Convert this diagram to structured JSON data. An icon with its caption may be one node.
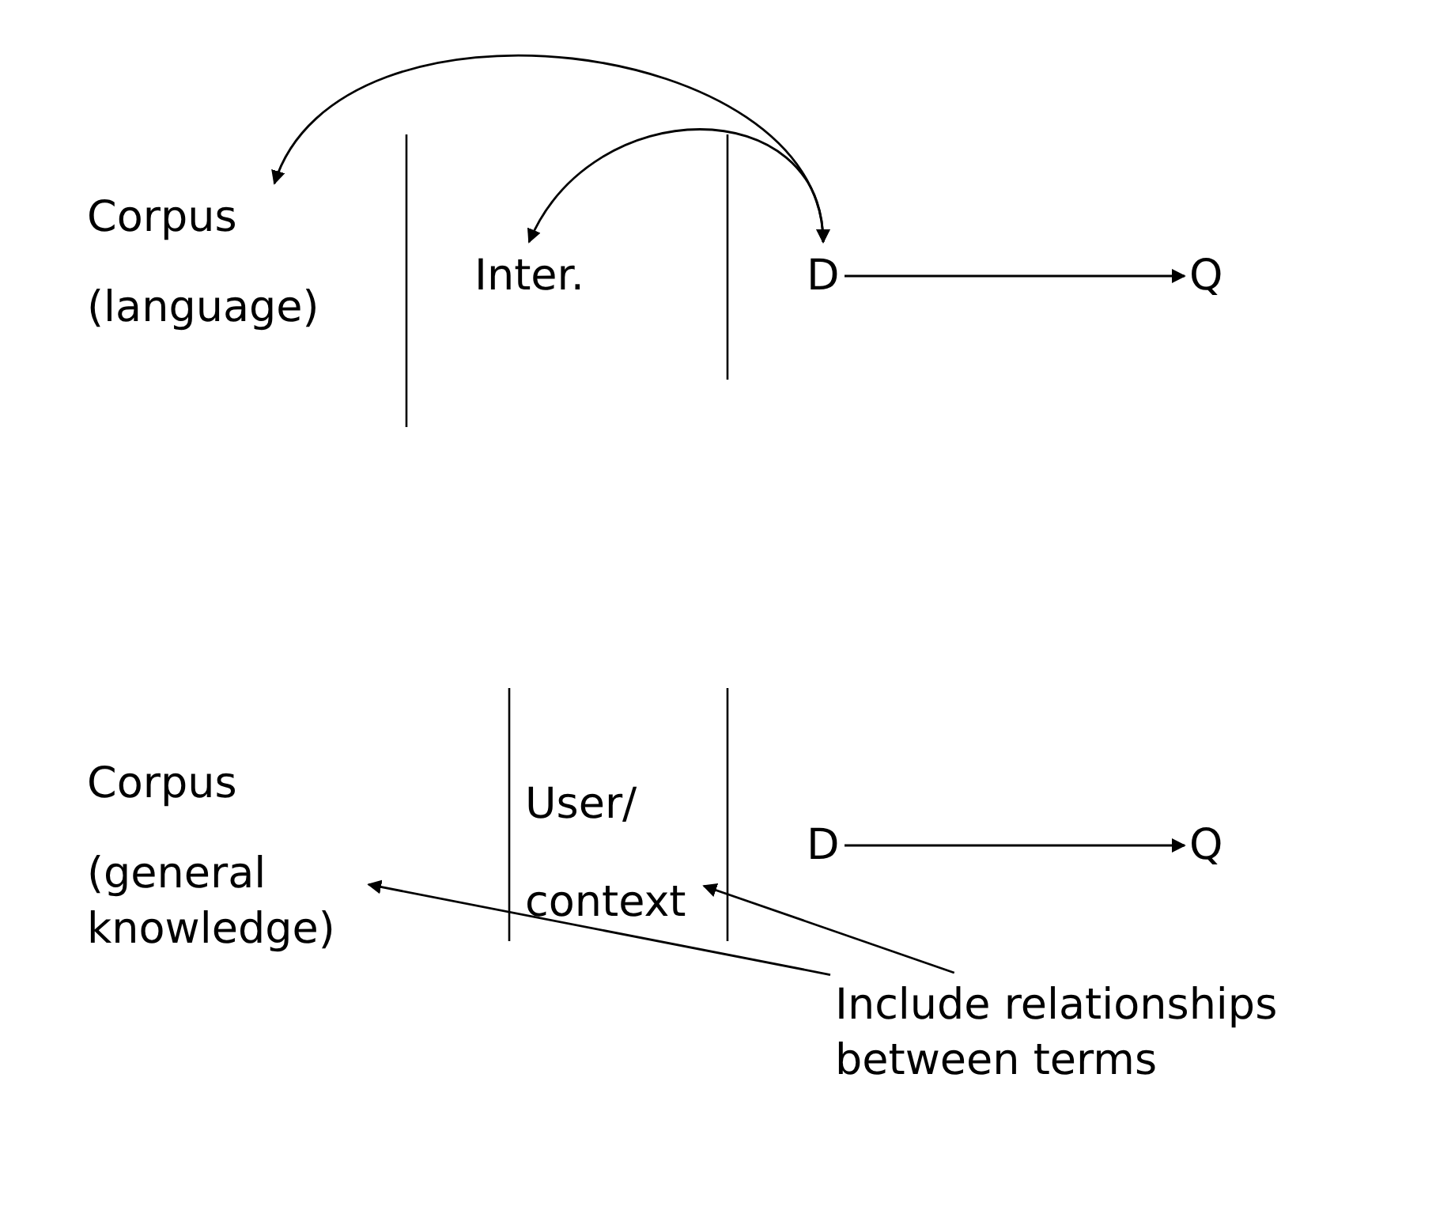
{
  "diagram": {
    "nodes": [
      {
        "text": [
          "Corpus",
          "(language)"
        ]
      },
      {
        "text": [
          "Inter."
        ]
      },
      {
        "text": [
          "D"
        ]
      },
      {
        "text": [
          "Q"
        ]
      },
      {
        "text": [
          "Corpus",
          "(general knowledge)"
        ]
      },
      {
        "text": [
          "User/ context"
        ]
      },
      {
        "text": [
          "D"
        ]
      },
      {
        "text": [
          "Q"
        ]
      },
      {
        "text": [
          "Include relationships between terms"
        ]
      }
    ],
    "edges": [
      {
        "from": 2,
        "to": 0,
        "arrow": "both"
      },
      {
        "from": 2,
        "to": 1,
        "arrow": "both"
      },
      {
        "from": 2,
        "to": 3,
        "arrow": "to"
      },
      {
        "from": 6,
        "to": 7,
        "arrow": "to"
      },
      {
        "from": 8,
        "to": 4,
        "arrow": "to"
      },
      {
        "from": 8,
        "to": 5,
        "arrow": "to"
      }
    ]
  }
}
